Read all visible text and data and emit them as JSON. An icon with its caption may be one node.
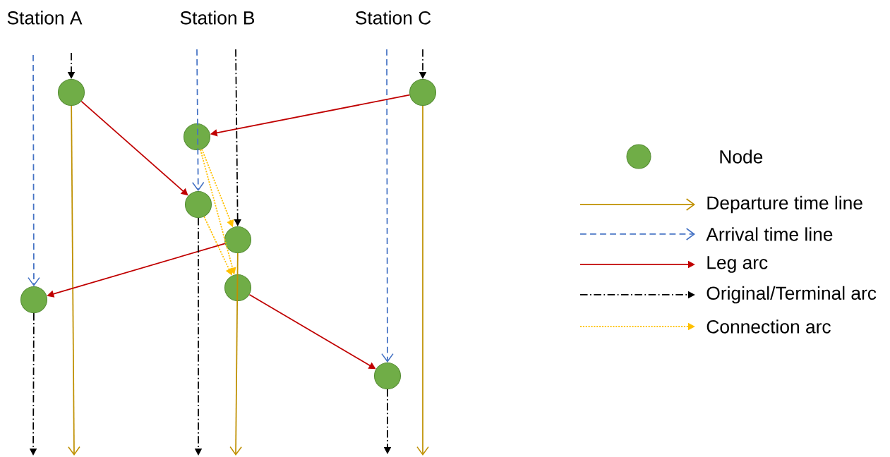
{
  "diagram": {
    "nodes": [
      {
        "text": [],
        "shape": "circle"
      },
      {
        "text": [],
        "shape": "circle"
      },
      {
        "text": [],
        "shape": "circle"
      },
      {
        "text": [],
        "shape": "circle"
      },
      {
        "text": [],
        "shape": "circle"
      },
      {
        "text": [],
        "shape": "circle"
      },
      {
        "text": [],
        "shape": "circle"
      },
      {
        "text": [],
        "shape": "circle"
      }
    ],
    "edges": [
      {
        "from": 0,
        "to": null,
        "arrow": "to",
        "color": "#bf9000"
      },
      {
        "from": 1,
        "to": null,
        "arrow": "to",
        "color": "#bf9000"
      },
      {
        "from": 4,
        "to": null,
        "arrow": "to",
        "color": "#bf9000"
      },
      {
        "from": null,
        "to": 6,
        "arrow": "to",
        "style": "dashed",
        "color": "#4472c4"
      },
      {
        "from": null,
        "to": 3,
        "arrow": "to",
        "style": "dashed",
        "color": "#4472c4"
      },
      {
        "from": null,
        "to": 7,
        "arrow": "to",
        "style": "dashed",
        "color": "#4472c4"
      },
      {
        "from": 0,
        "to": 3,
        "arrow": "to",
        "color": "#c00000"
      },
      {
        "from": 1,
        "to": 2,
        "arrow": "to",
        "color": "#c00000"
      },
      {
        "from": 4,
        "to": 6,
        "arrow": "to",
        "color": "#c00000"
      },
      {
        "from": 5,
        "to": 7,
        "arrow": "to",
        "color": "#c00000"
      },
      {
        "from": null,
        "to": 0,
        "arrow": "to",
        "style": "dashed"
      },
      {
        "from": null,
        "to": 4,
        "arrow": "to",
        "style": "dashed"
      },
      {
        "from": null,
        "to": 1,
        "arrow": "to",
        "style": "dashed"
      },
      {
        "from": 6,
        "to": null,
        "arrow": "to",
        "style": "dashed"
      },
      {
        "from": 3,
        "to": null,
        "arrow": "to",
        "style": "dashed"
      },
      {
        "from": 7,
        "to": null,
        "arrow": "to",
        "style": "dashed"
      },
      {
        "from": 2,
        "to": 4,
        "arrow": "to",
        "style": "dashed",
        "color": "#ffc000"
      },
      {
        "from": 2,
        "to": 5,
        "arrow": "to",
        "style": "dashed",
        "color": "#ffc000"
      },
      {
        "from": 3,
        "to": 5,
        "arrow": "to",
        "style": "dashed",
        "color": "#ffc000"
      }
    ],
    "labels": [
      "Station A",
      "Station B",
      "Station C"
    ],
    "legend": [
      {
        "text": "Node"
      },
      {
        "text": "Departure time line"
      },
      {
        "text": "Arrival time line"
      },
      {
        "text": "Leg arc"
      },
      {
        "text": "Original/Terminal arc"
      },
      {
        "text": "Connection arc"
      }
    ]
  }
}
